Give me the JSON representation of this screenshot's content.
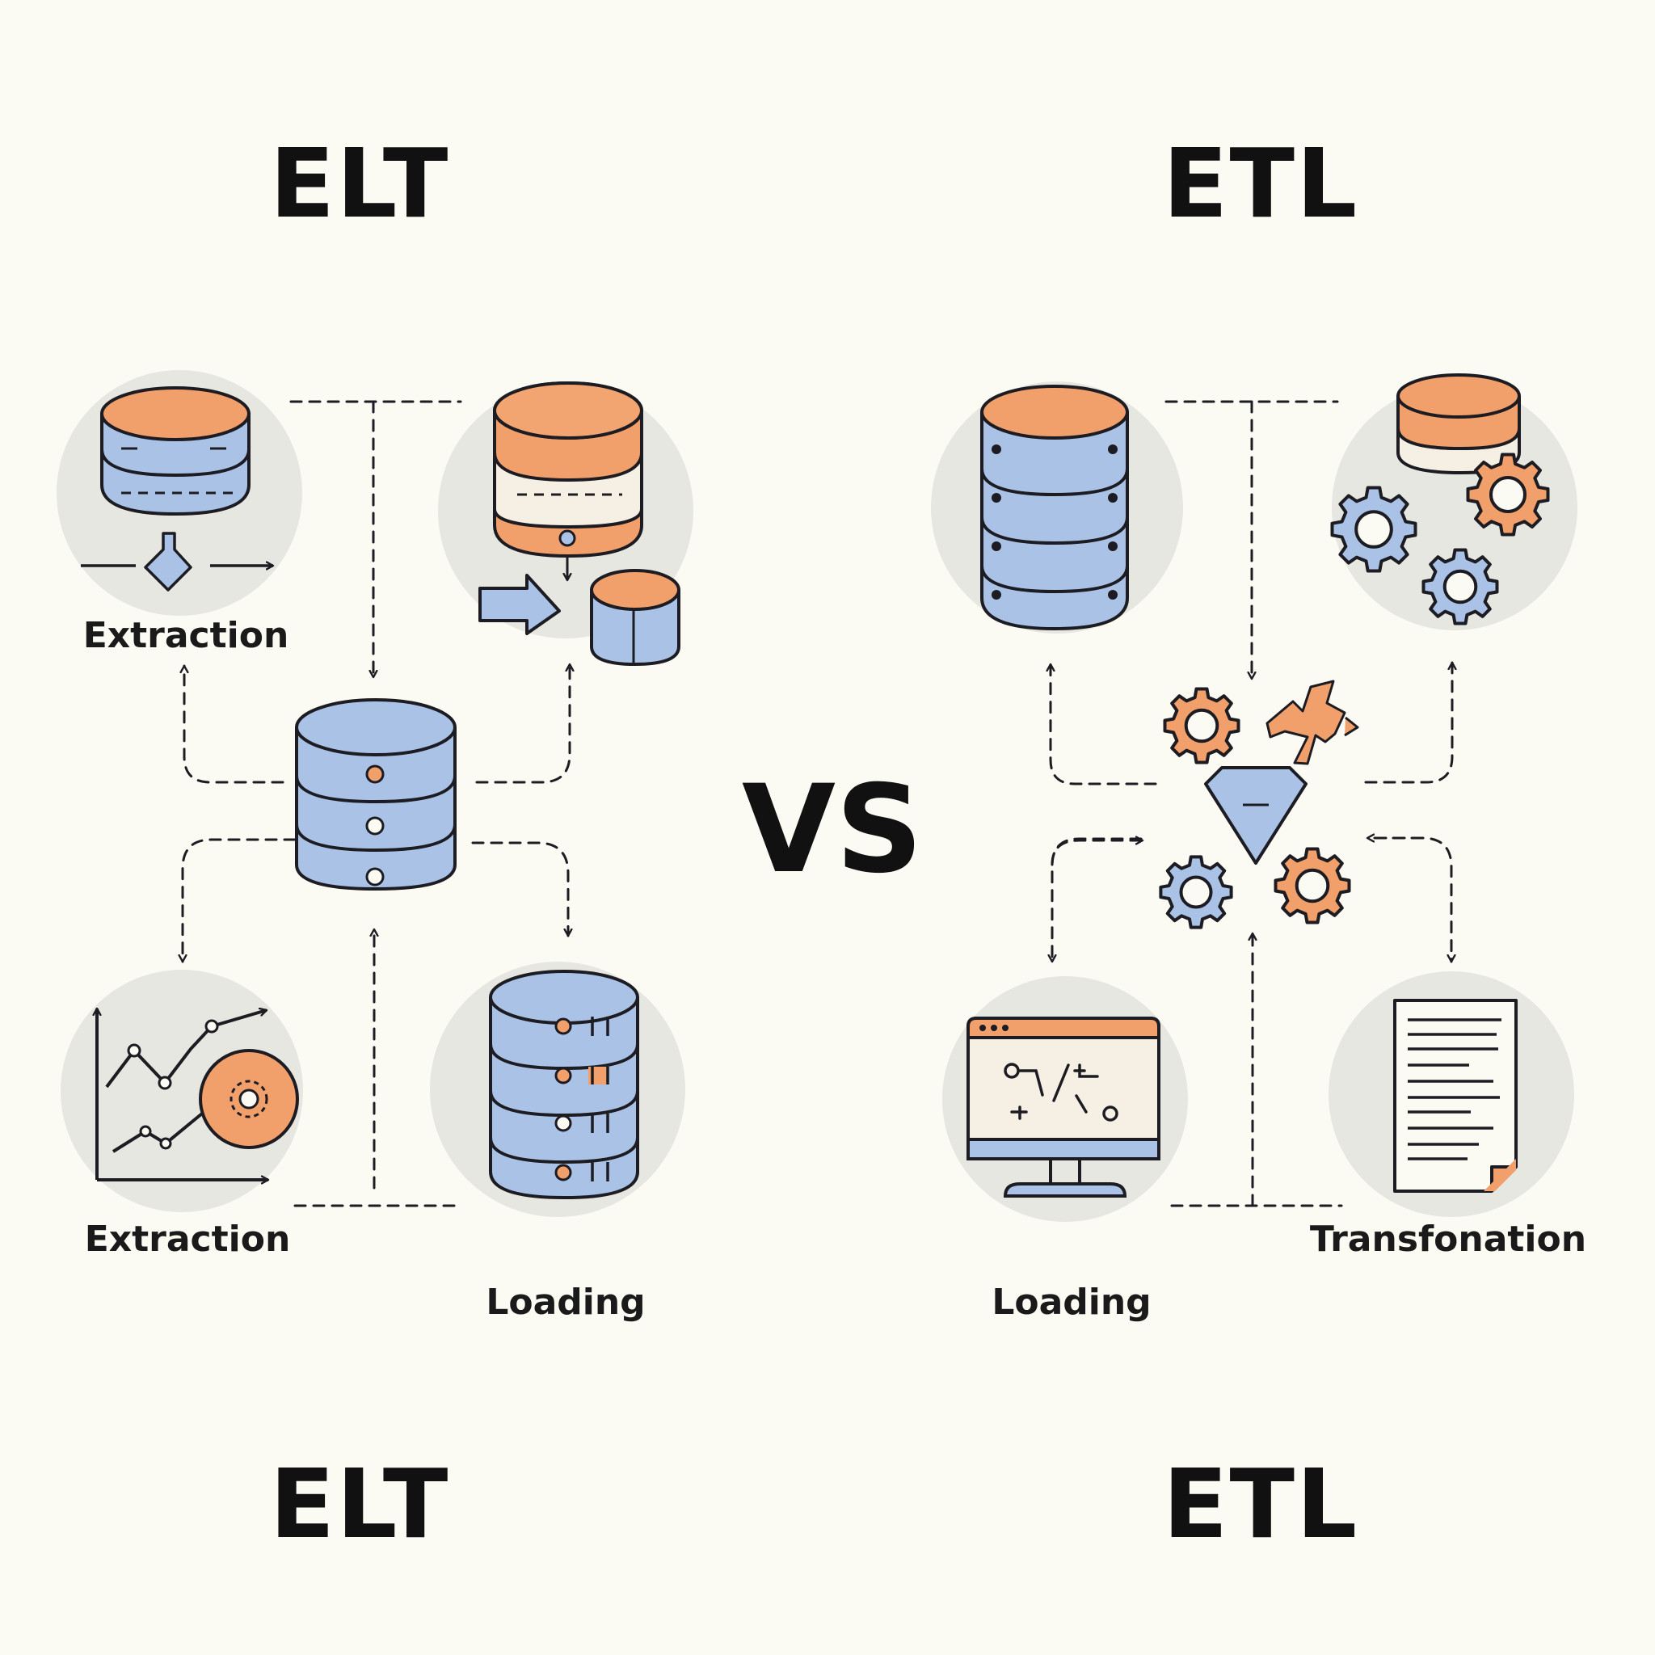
{
  "left": {
    "title_top": "ELT",
    "title_bottom": "ELT",
    "labels": {
      "extraction_top": "Extraction",
      "extraction_bottom": "Extraction",
      "loading": "Loading"
    }
  },
  "center": {
    "vs": "VS"
  },
  "right": {
    "title_top": "ETL",
    "title_bottom": "ETL",
    "labels": {
      "loading": "Loading",
      "transformation": "Transfonation"
    }
  },
  "colors": {
    "orange": "#f2a06b",
    "blue": "#a9c2e6",
    "cream": "#f6f0e4",
    "circle": "#e7e7e2",
    "stroke": "#1c1c22",
    "background": "#fbfbf4"
  }
}
